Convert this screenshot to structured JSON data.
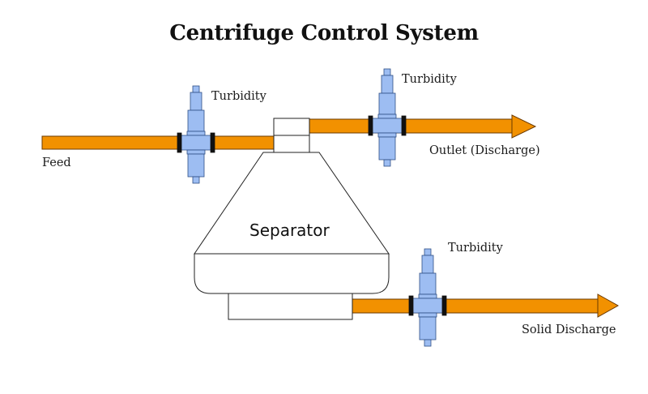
{
  "title": "Centrifuge Control System",
  "colors": {
    "pipe_fill": "#F29100",
    "pipe_stroke": "#6b3a00",
    "sensor_fill": "#9DBDF2",
    "sensor_stroke": "#2f4f86",
    "flange": "#111111",
    "equipment_fill": "#ffffff",
    "equipment_stroke": "#222222",
    "background": "#ffffff"
  },
  "equipment": {
    "separator": {
      "label": "Separator"
    }
  },
  "streams": [
    {
      "id": "feed",
      "label": "Feed",
      "direction": "in",
      "arrow": false
    },
    {
      "id": "outlet",
      "label": "Outlet (Discharge)",
      "direction": "out",
      "arrow": true
    },
    {
      "id": "solid",
      "label": "Solid Discharge",
      "direction": "out",
      "arrow": true
    }
  ],
  "sensors": [
    {
      "id": "feed-turbidity",
      "label": "Turbidity",
      "stream": "feed"
    },
    {
      "id": "outlet-turbidity",
      "label": "Turbidity",
      "stream": "outlet"
    },
    {
      "id": "solid-turbidity",
      "label": "Turbidity",
      "stream": "solid"
    }
  ]
}
